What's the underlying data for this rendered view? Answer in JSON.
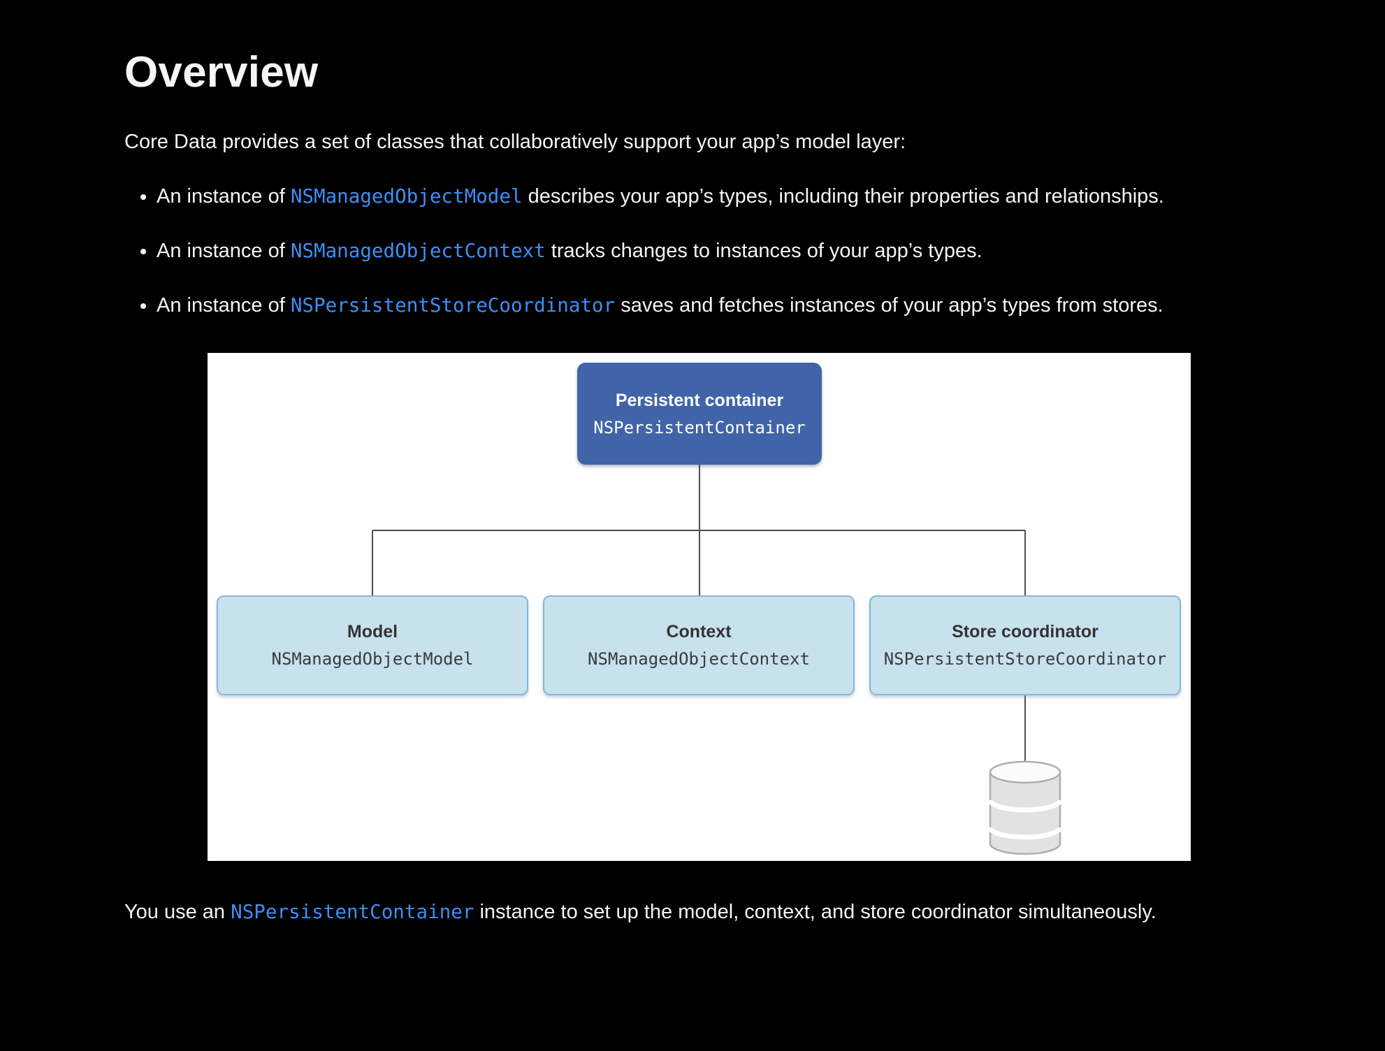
{
  "page": {
    "section_title": "Overview",
    "intro": "Core Data provides a set of classes that collaboratively support your app’s model layer:",
    "bullets": [
      {
        "pre": "An instance of ",
        "code": "NSManagedObjectModel",
        "post": " describes your app’s types, including their properties and relationships."
      },
      {
        "pre": "An instance of ",
        "code": "NSManagedObjectContext",
        "post": " tracks changes to instances of your app’s types."
      },
      {
        "pre": "An instance of ",
        "code": "NSPersistentStoreCoordinator",
        "post": " saves and fetches instances of your app’s types from stores."
      }
    ],
    "outro": {
      "pre": "You use an ",
      "code": "NSPersistentContainer",
      "post": " instance to set up the model, context, and store coordinator simultaneously."
    }
  },
  "diagram": {
    "root": {
      "title": "Persistent container",
      "class_name": "NSPersistentContainer"
    },
    "children": [
      {
        "title": "Model",
        "class_name": "NSManagedObjectModel"
      },
      {
        "title": "Context",
        "class_name": "NSManagedObjectContext"
      },
      {
        "title": "Store coordinator",
        "class_name": "NSPersistentStoreCoordinator"
      }
    ],
    "store_icon": "database-cylinder"
  },
  "colors": {
    "page_bg": "#000000",
    "text": "#f5f5f7",
    "link_blue": "#3f8ef4",
    "diagram_bg": "#ffffff",
    "root_box_bg": "#4164a9",
    "root_box_text": "#ffffff",
    "child_box_bg": "#c7e2ec",
    "child_box_border": "#8ab6d8",
    "child_box_text": "#333336",
    "connector": "#4d4d4d",
    "cylinder_fill": "#e2e2e2",
    "cylinder_stroke": "#aeaeae"
  }
}
